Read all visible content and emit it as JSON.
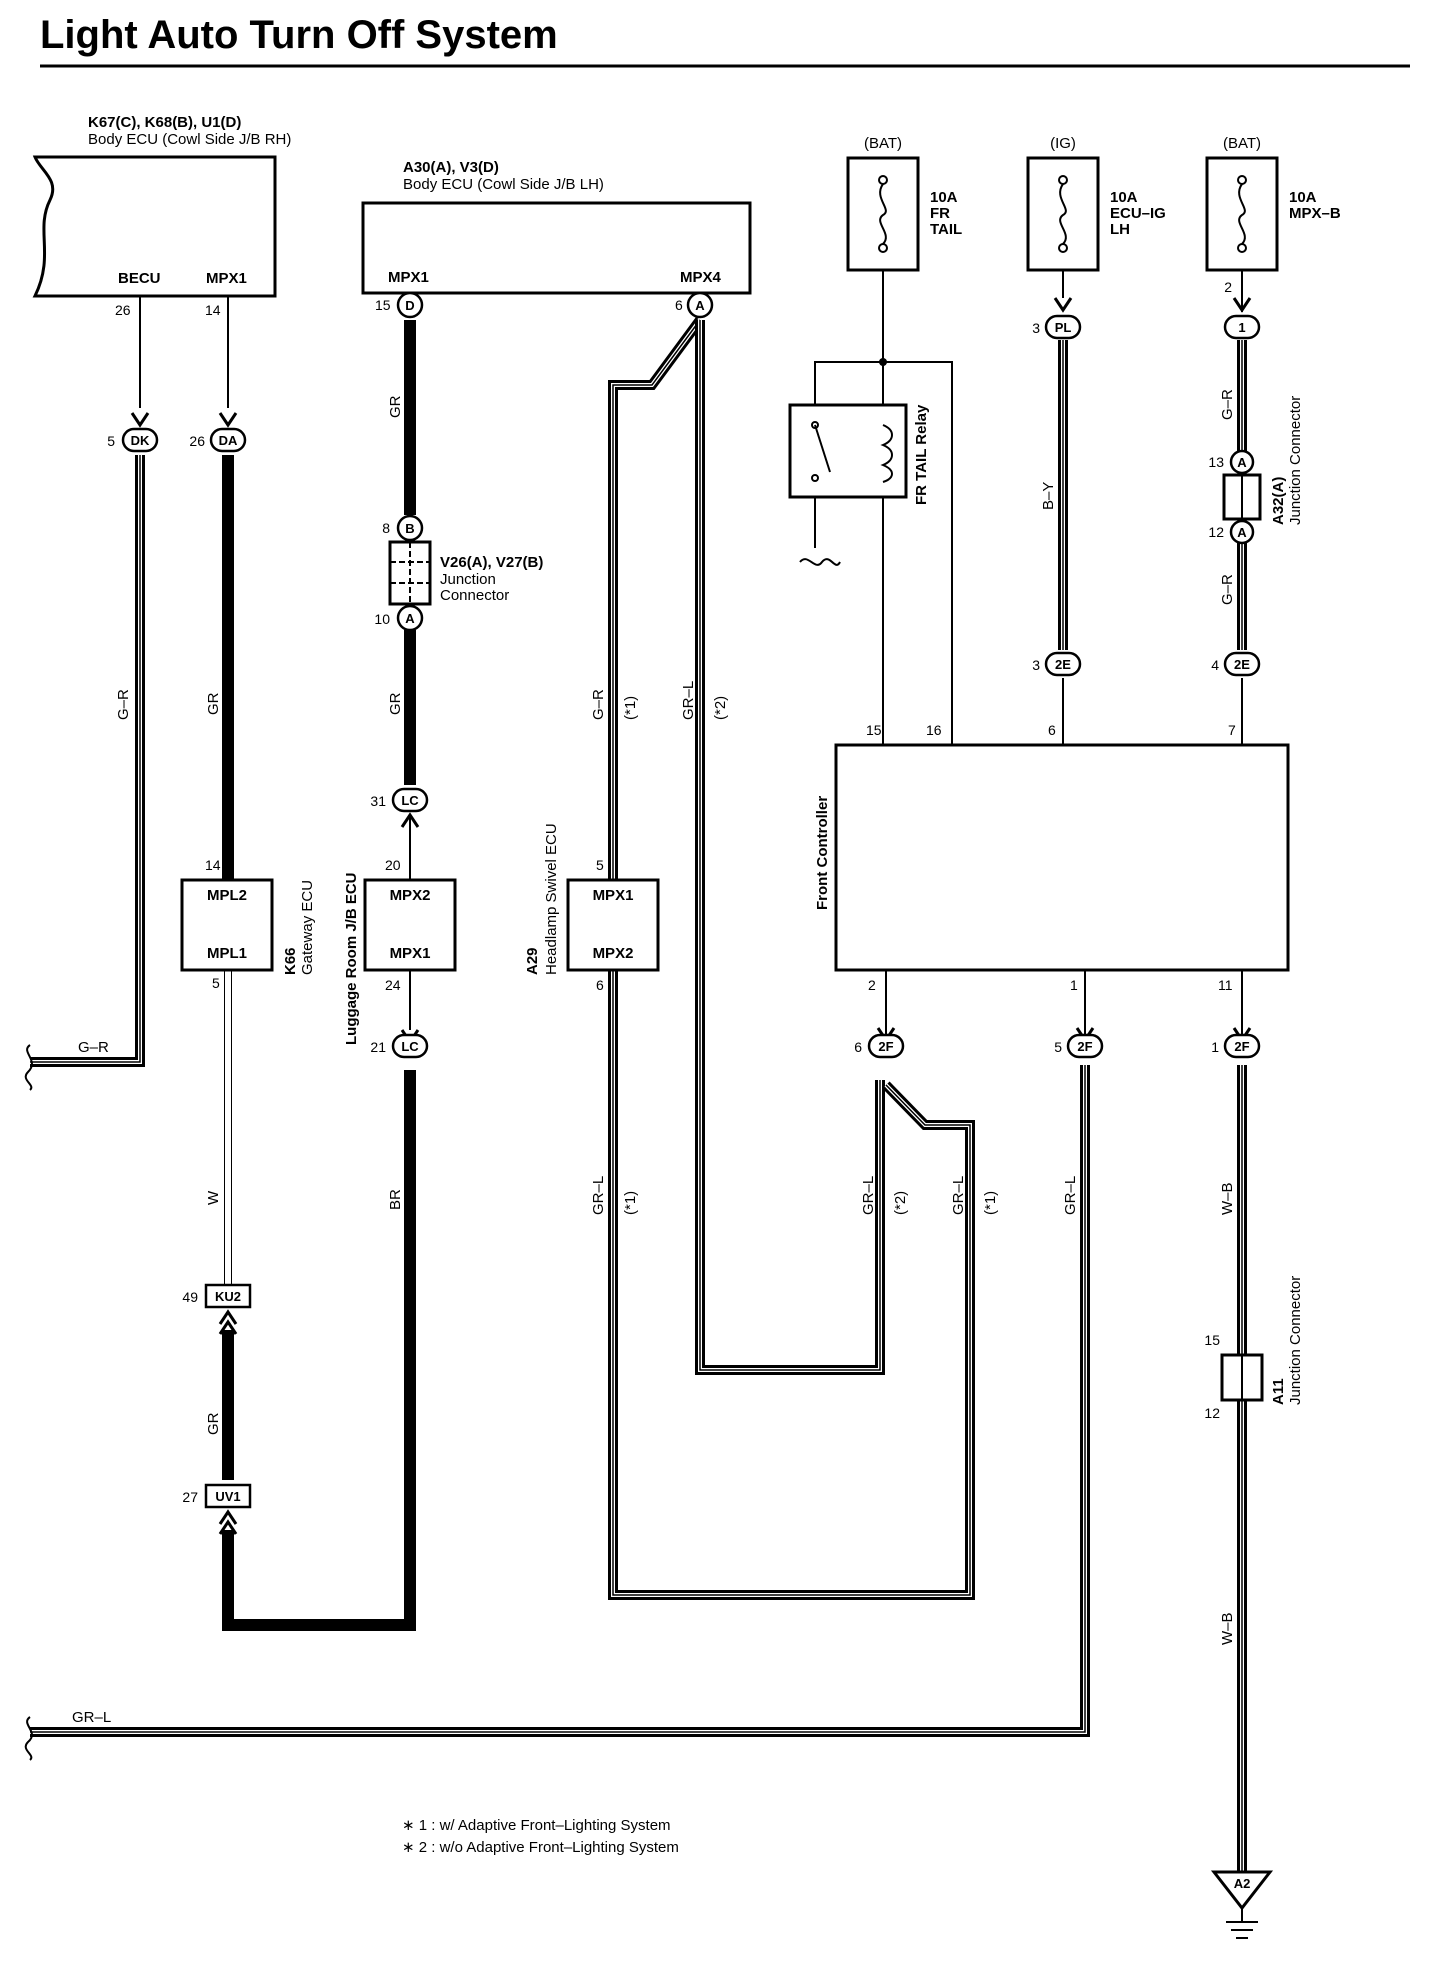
{
  "title": "Light Auto Turn Off System",
  "body_ecu_rh": {
    "codes": "K67(C), K68(B), U1(D)",
    "name": "Body ECU (Cowl Side J/B RH)",
    "pin_becu": "BECU",
    "pin_mpx1": "MPX1",
    "num_becu": "26",
    "num_mpx1": "14"
  },
  "body_ecu_lh": {
    "codes": "A30(A), V3(D)",
    "name": "Body ECU (Cowl Side J/B LH)",
    "pin_mpx1": "MPX1",
    "pin_mpx4": "MPX4",
    "num_mpx1": "15",
    "num_mpx4": "6",
    "conn_mpx1": "D",
    "conn_mpx4": "A"
  },
  "power": {
    "bat1": "(BAT)",
    "ig": "(IG)",
    "bat2": "(BAT)",
    "fuse1": [
      "10A",
      "FR",
      "TAIL"
    ],
    "fuse2": [
      "10A",
      "ECU–IG",
      "LH"
    ],
    "fuse3": [
      "10A",
      "MPX–B"
    ],
    "fuse3_pin": "2"
  },
  "relay": {
    "name": "FR TAIL Relay"
  },
  "connectors": {
    "dk": {
      "code": "DK",
      "pin": "5"
    },
    "da": {
      "code": "DA",
      "pin": "26"
    },
    "b8": {
      "code": "B",
      "pin": "8"
    },
    "a10": {
      "code": "A",
      "pin": "10"
    },
    "lc31": {
      "code": "LC",
      "pin": "31"
    },
    "lc21": {
      "code": "LC",
      "pin": "21"
    },
    "pl": {
      "code": "PL",
      "pin": "3"
    },
    "c1": {
      "code": "1",
      "pin": ""
    },
    "a13": {
      "code": "A",
      "pin": "13"
    },
    "a12": {
      "code": "A",
      "pin": "12"
    },
    "e2_3": {
      "code": "2E",
      "pin": "3"
    },
    "e2_4": {
      "code": "2E",
      "pin": "4"
    },
    "f2_6": {
      "code": "2F",
      "pin": "6"
    },
    "f2_5": {
      "code": "2F",
      "pin": "5"
    },
    "f2_1": {
      "code": "2F",
      "pin": "1"
    },
    "ku2": {
      "code": "KU2",
      "pin": "49"
    },
    "uv1": {
      "code": "UV1",
      "pin": "27"
    }
  },
  "junction_v26": {
    "codes": "V26(A), V27(B)",
    "line1": "Junction",
    "line2": "Connector"
  },
  "junction_a32": {
    "code": "A32(A)",
    "name": "Junction Connector"
  },
  "junction_a11": {
    "code": "A11",
    "name": "Junction Connector",
    "pin_top": "15",
    "pin_bottom": "12"
  },
  "gateway": {
    "code": "K66",
    "name": "Gateway ECU",
    "pin_top": "MPL2",
    "pin_bottom": "MPL1",
    "num_top": "14",
    "num_bottom": "5"
  },
  "luggage": {
    "name": "Luggage Room J/B ECU",
    "pin_top": "MPX2",
    "pin_bottom": "MPX1",
    "num_top": "20",
    "num_bottom": "24"
  },
  "headlamp": {
    "code": "A29",
    "name": "Headlamp Swivel ECU",
    "pin_top": "MPX1",
    "pin_bottom": "MPX2",
    "num_top": "5",
    "num_bottom": "6"
  },
  "front_controller": {
    "name": "Front Controller",
    "pin15": "15",
    "pin16": "16",
    "pin6": "6",
    "pin7": "7",
    "pin2": "2",
    "pin1": "1",
    "pin11": "11"
  },
  "wires": {
    "gr_r": "G–R",
    "gr": "GR",
    "gr_l": "GR–L",
    "w": "W",
    "br": "BR",
    "b_y": "B–Y",
    "w_b": "W–B",
    "note1": "(*1)",
    "note2": "(*2)"
  },
  "ground": {
    "code": "A2"
  },
  "notes": {
    "n1": "∗ 1 : w/ Adaptive Front–Lighting System",
    "n2": "∗ 2 : w/o Adaptive Front–Lighting System"
  }
}
